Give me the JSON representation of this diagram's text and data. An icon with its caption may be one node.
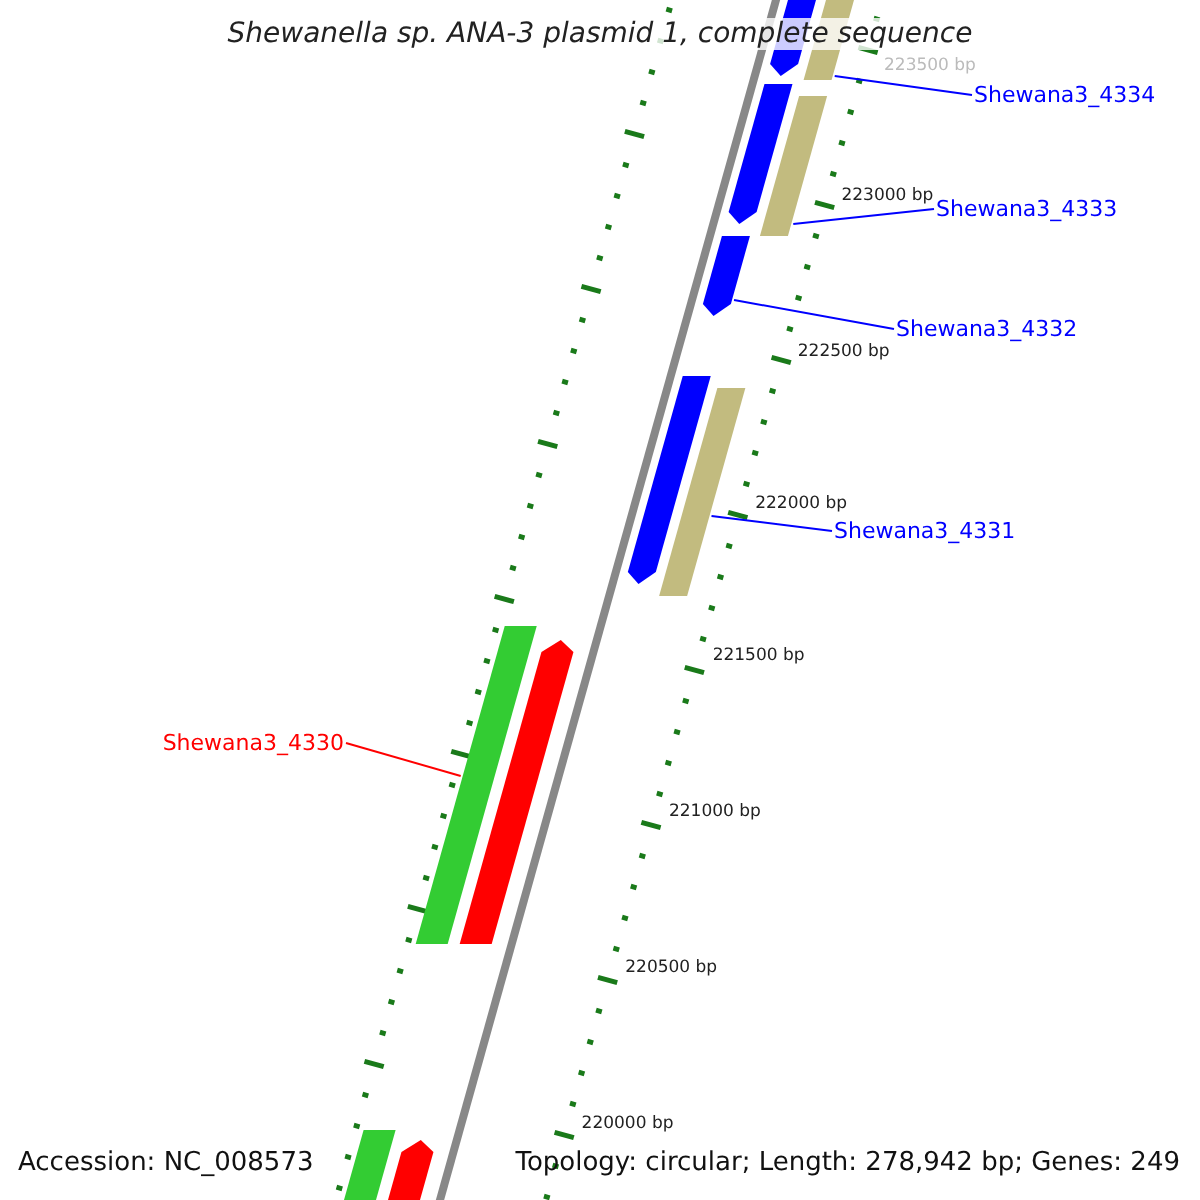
{
  "diagram": {
    "title": "Shewanella sp. ANA-3 plasmid 1, complete sequence",
    "nodes": [
      {
        "text": [],
        "shape": "bar"
      },
      {
        "text": [],
        "shape": "bar"
      },
      {
        "text": [
          "Shewana3_4334"
        ]
      },
      {
        "text": [],
        "shape": "bar"
      },
      {
        "text": [],
        "shape": "bar"
      },
      {
        "text": [
          "Shewana3_4333"
        ]
      },
      {
        "text": [],
        "shape": "bar"
      },
      {
        "text": [
          "Shewana3_4332"
        ]
      },
      {
        "text": [],
        "shape": "bar"
      },
      {
        "text": [],
        "shape": "bar"
      },
      {
        "text": [
          "Shewana3_4331"
        ]
      },
      {
        "text": [],
        "shape": "bar"
      },
      {
        "text": [],
        "shape": "bar"
      },
      {
        "text": [
          "Shewana3_4330"
        ]
      },
      {
        "text": [],
        "shape": "bar"
      },
      {
        "text": [],
        "shape": "bar"
      }
    ],
    "edges": [
      {
        "from": 2,
        "to": 1,
        "arrow": "none"
      },
      {
        "from": 5,
        "to": 4,
        "arrow": "none"
      },
      {
        "from": 7,
        "to": 6,
        "arrow": "none"
      },
      {
        "from": 10,
        "to": 9,
        "arrow": "none"
      },
      {
        "from": 13,
        "to": 11,
        "arrow": "none",
        "color": "#ff0000"
      }
    ],
    "labels": [
      "223500 bp",
      "223000 bp",
      "222500 bp",
      "222000 bp",
      "221500 bp",
      "221000 bp",
      "220500 bp",
      "220000 bp",
      "Accession: NC_008573",
      "Topology: circular; Length: 278,942 bp; Genes: 249"
    ]
  }
}
